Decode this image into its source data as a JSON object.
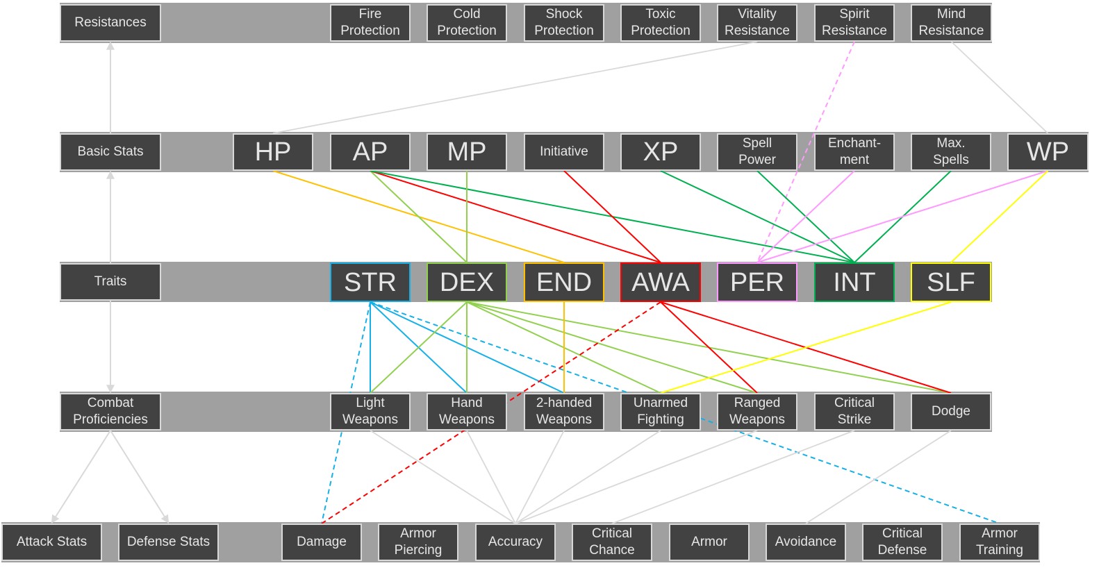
{
  "colors": {
    "STR": "#16b0e8",
    "DEX": "#92d050",
    "END": "#ffc000",
    "AWA": "#ff0000",
    "PER": "#ff99ff",
    "INT": "#00b050",
    "SLF": "#ffff00",
    "neutral": "#d9d9d9"
  },
  "rows": {
    "resistances": {
      "category": "Resistances",
      "nodes": [
        {
          "id": "fire",
          "label": "Fire\nProtection"
        },
        {
          "id": "cold",
          "label": "Cold\nProtection"
        },
        {
          "id": "shock",
          "label": "Shock\nProtection"
        },
        {
          "id": "toxic",
          "label": "Toxic\nProtection"
        },
        {
          "id": "vitality",
          "label": "Vitality\nResistance"
        },
        {
          "id": "spirit",
          "label": "Spirit\nResistance"
        },
        {
          "id": "mind",
          "label": "Mind\nResistance"
        }
      ]
    },
    "basic": {
      "category": "Basic Stats",
      "nodes": [
        {
          "id": "hp",
          "label": "HP"
        },
        {
          "id": "ap",
          "label": "AP"
        },
        {
          "id": "mp",
          "label": "MP"
        },
        {
          "id": "initiative",
          "label": "Initiative"
        },
        {
          "id": "xp",
          "label": "XP"
        },
        {
          "id": "spellpower",
          "label": "Spell\nPower"
        },
        {
          "id": "enchantment",
          "label": "Enchant-\nment"
        },
        {
          "id": "maxspells",
          "label": "Max.\nSpells"
        },
        {
          "id": "wp",
          "label": "WP"
        }
      ]
    },
    "traits": {
      "category": "Traits",
      "nodes": [
        {
          "id": "STR",
          "label": "STR"
        },
        {
          "id": "DEX",
          "label": "DEX"
        },
        {
          "id": "END",
          "label": "END"
        },
        {
          "id": "AWA",
          "label": "AWA"
        },
        {
          "id": "PER",
          "label": "PER"
        },
        {
          "id": "INT",
          "label": "INT"
        },
        {
          "id": "SLF",
          "label": "SLF"
        }
      ]
    },
    "combat": {
      "category": "Combat\nProficiencies",
      "nodes": [
        {
          "id": "light",
          "label": "Light\nWeapons"
        },
        {
          "id": "hand",
          "label": "Hand\nWeapons"
        },
        {
          "id": "twohanded",
          "label": "2-handed\nWeapons"
        },
        {
          "id": "unarmed",
          "label": "Unarmed\nFighting"
        },
        {
          "id": "ranged",
          "label": "Ranged\nWeapons"
        },
        {
          "id": "critstrike",
          "label": "Critical\nStrike"
        },
        {
          "id": "dodge",
          "label": "Dodge"
        }
      ]
    },
    "bottom": {
      "categories": [
        "Attack Stats",
        "Defense Stats"
      ],
      "nodes": [
        {
          "id": "damage",
          "label": "Damage"
        },
        {
          "id": "armorpiercing",
          "label": "Armor\nPiercing"
        },
        {
          "id": "accuracy",
          "label": "Accuracy"
        },
        {
          "id": "critchance",
          "label": "Critical\nChance"
        },
        {
          "id": "armor",
          "label": "Armor"
        },
        {
          "id": "avoidance",
          "label": "Avoidance"
        },
        {
          "id": "critdefense",
          "label": "Critical\nDefense"
        },
        {
          "id": "armortraining",
          "label": "Armor\nTraining"
        }
      ]
    }
  },
  "edges": [
    {
      "from": "hp",
      "to": "vitality",
      "color": "neutral",
      "style": "solid"
    },
    {
      "from": "PER",
      "to": "spirit",
      "color": "PER",
      "style": "dashed"
    },
    {
      "from": "wp",
      "to": "mind",
      "color": "neutral",
      "style": "solid"
    },
    {
      "from": "END",
      "to": "hp",
      "color": "END",
      "style": "solid"
    },
    {
      "from": "DEX",
      "to": "ap",
      "color": "DEX",
      "style": "solid"
    },
    {
      "from": "AWA",
      "to": "ap",
      "color": "AWA",
      "style": "solid"
    },
    {
      "from": "INT",
      "to": "ap",
      "color": "INT",
      "style": "solid"
    },
    {
      "from": "DEX",
      "to": "mp",
      "color": "DEX",
      "style": "solid"
    },
    {
      "from": "AWA",
      "to": "initiative",
      "color": "AWA",
      "style": "solid"
    },
    {
      "from": "INT",
      "to": "xp",
      "color": "INT",
      "style": "solid"
    },
    {
      "from": "INT",
      "to": "spellpower",
      "color": "INT",
      "style": "solid"
    },
    {
      "from": "PER",
      "to": "enchantment",
      "color": "PER",
      "style": "solid"
    },
    {
      "from": "INT",
      "to": "maxspells",
      "color": "INT",
      "style": "solid"
    },
    {
      "from": "PER",
      "to": "wp",
      "color": "PER",
      "style": "solid"
    },
    {
      "from": "SLF",
      "to": "wp",
      "color": "SLF",
      "style": "solid"
    },
    {
      "from": "STR",
      "to": "light",
      "color": "STR",
      "style": "solid"
    },
    {
      "from": "STR",
      "to": "hand",
      "color": "STR",
      "style": "solid"
    },
    {
      "from": "STR",
      "to": "twohanded",
      "color": "STR",
      "style": "solid"
    },
    {
      "from": "STR",
      "to": "damage",
      "color": "STR",
      "style": "dashed"
    },
    {
      "from": "STR",
      "to": "armortraining",
      "color": "STR",
      "style": "dashed"
    },
    {
      "from": "DEX",
      "to": "light",
      "color": "DEX",
      "style": "solid"
    },
    {
      "from": "DEX",
      "to": "hand",
      "color": "DEX",
      "style": "solid"
    },
    {
      "from": "DEX",
      "to": "unarmed",
      "color": "DEX",
      "style": "solid"
    },
    {
      "from": "DEX",
      "to": "ranged",
      "color": "DEX",
      "style": "solid"
    },
    {
      "from": "DEX",
      "to": "dodge",
      "color": "DEX",
      "style": "solid"
    },
    {
      "from": "END",
      "to": "twohanded",
      "color": "END",
      "style": "solid"
    },
    {
      "from": "AWA",
      "to": "ranged",
      "color": "AWA",
      "style": "solid"
    },
    {
      "from": "AWA",
      "to": "dodge",
      "color": "AWA",
      "style": "solid"
    },
    {
      "from": "AWA",
      "to": "damage",
      "color": "AWA",
      "style": "dashed"
    },
    {
      "from": "SLF",
      "to": "unarmed",
      "color": "SLF",
      "style": "solid"
    },
    {
      "from": "light",
      "to": "accuracy",
      "color": "neutral",
      "style": "solid"
    },
    {
      "from": "hand",
      "to": "accuracy",
      "color": "neutral",
      "style": "solid"
    },
    {
      "from": "twohanded",
      "to": "accuracy",
      "color": "neutral",
      "style": "solid"
    },
    {
      "from": "unarmed",
      "to": "accuracy",
      "color": "neutral",
      "style": "solid"
    },
    {
      "from": "ranged",
      "to": "accuracy",
      "color": "neutral",
      "style": "solid"
    },
    {
      "from": "critstrike",
      "to": "critchance",
      "color": "neutral",
      "style": "solid"
    },
    {
      "from": "dodge",
      "to": "avoidance",
      "color": "neutral",
      "style": "solid"
    }
  ],
  "arrows": [
    {
      "from": "cat-basic",
      "to": "cat-resistances"
    },
    {
      "from": "cat-traits",
      "to": "cat-basic"
    },
    {
      "from": "cat-traits",
      "to": "cat-combat"
    },
    {
      "from": "cat-combat",
      "to": "cat-attack"
    },
    {
      "from": "cat-combat",
      "to": "cat-defense"
    }
  ]
}
